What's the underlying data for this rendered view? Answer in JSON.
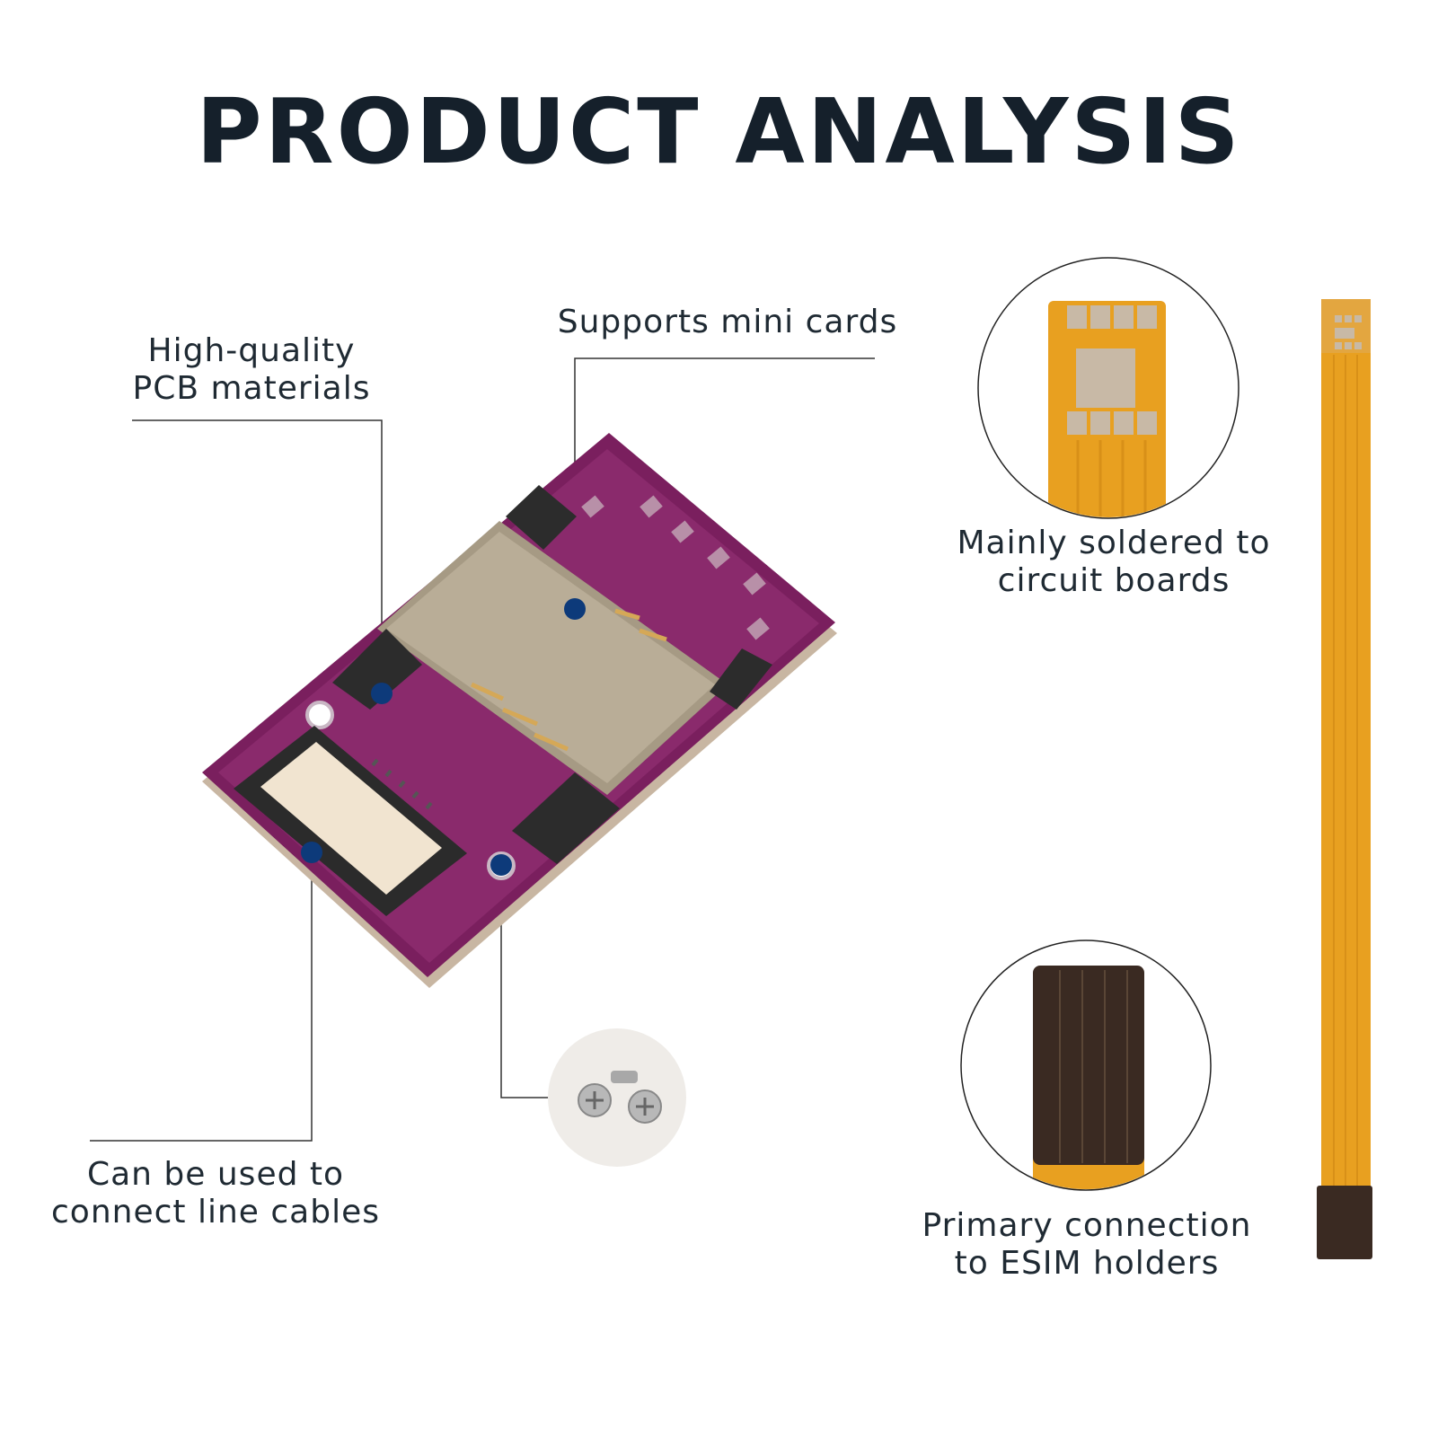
{
  "title": "PRODUCT ANALYSIS",
  "callouts": {
    "pcb": {
      "line1": "High-quality",
      "line2": "PCB materials"
    },
    "mini_cards": {
      "line1": "Supports mini cards"
    },
    "cables": {
      "line1": "Can be used to",
      "line2": "connect line cables"
    },
    "soldered": {
      "line1": "Mainly soldered to",
      "line2": "circuit boards"
    },
    "esim": {
      "line1": "Primary connection",
      "line2": "to ESIM holders"
    }
  },
  "colors": {
    "pcb": "#7a1f5e",
    "accent_dot": "#0d3a7a",
    "flex_cable": "#e8a020",
    "line": "#333333"
  },
  "icons": [
    "sim-adapter-board",
    "screws",
    "flex-cable",
    "sim-contact-pad",
    "esim-connector"
  ]
}
